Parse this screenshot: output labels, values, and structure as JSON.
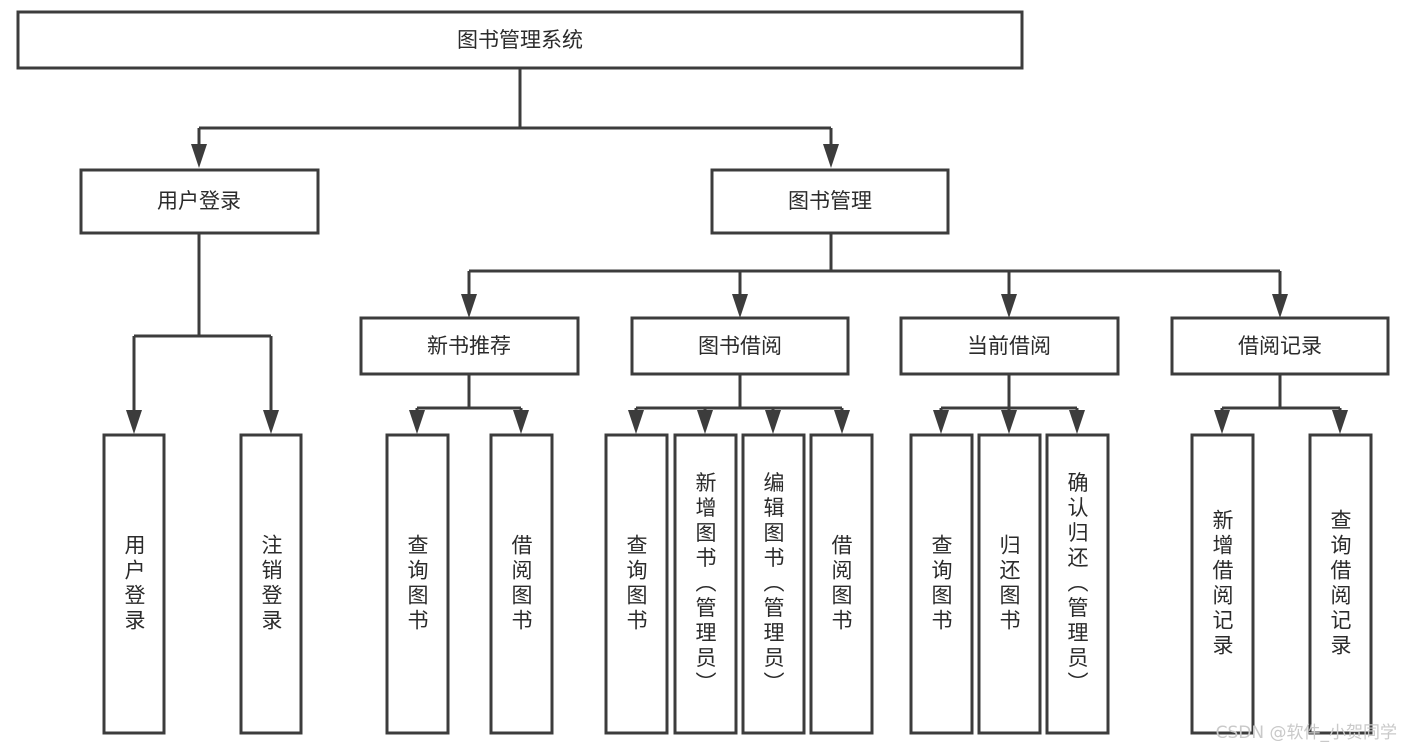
{
  "diagram": {
    "title": "图书管理系统",
    "type": "tree",
    "watermark": "CSDN @软件_小贺同学",
    "colors": {
      "stroke": "#3c3c3c",
      "fill": "#ffffff",
      "text": "#2b2b2b",
      "watermark": "#c9c9c9",
      "background": "#ffffff"
    },
    "root": {
      "label": "图书管理系统"
    },
    "level1": [
      {
        "label": "用户登录"
      },
      {
        "label": "图书管理"
      }
    ],
    "level2": [
      {
        "label": "新书推荐"
      },
      {
        "label": "图书借阅"
      },
      {
        "label": "当前借阅"
      },
      {
        "label": "借阅记录"
      }
    ],
    "leaves": {
      "user_login": [
        {
          "label": "用户登录"
        },
        {
          "label": "注销登录"
        }
      ],
      "new_book_recommend": [
        {
          "label": "查询图书"
        },
        {
          "label": "借阅图书"
        }
      ],
      "book_borrow": [
        {
          "label": "查询图书"
        },
        {
          "label": "新增图书（管理员）"
        },
        {
          "label": "编辑图书（管理员）"
        },
        {
          "label": "借阅图书"
        }
      ],
      "current_borrow": [
        {
          "label": "查询图书"
        },
        {
          "label": "归还图书"
        },
        {
          "label": "确认归还（管理员）"
        }
      ],
      "borrow_record": [
        {
          "label": "新增借阅记录"
        },
        {
          "label": "查询借阅记录"
        }
      ]
    }
  }
}
